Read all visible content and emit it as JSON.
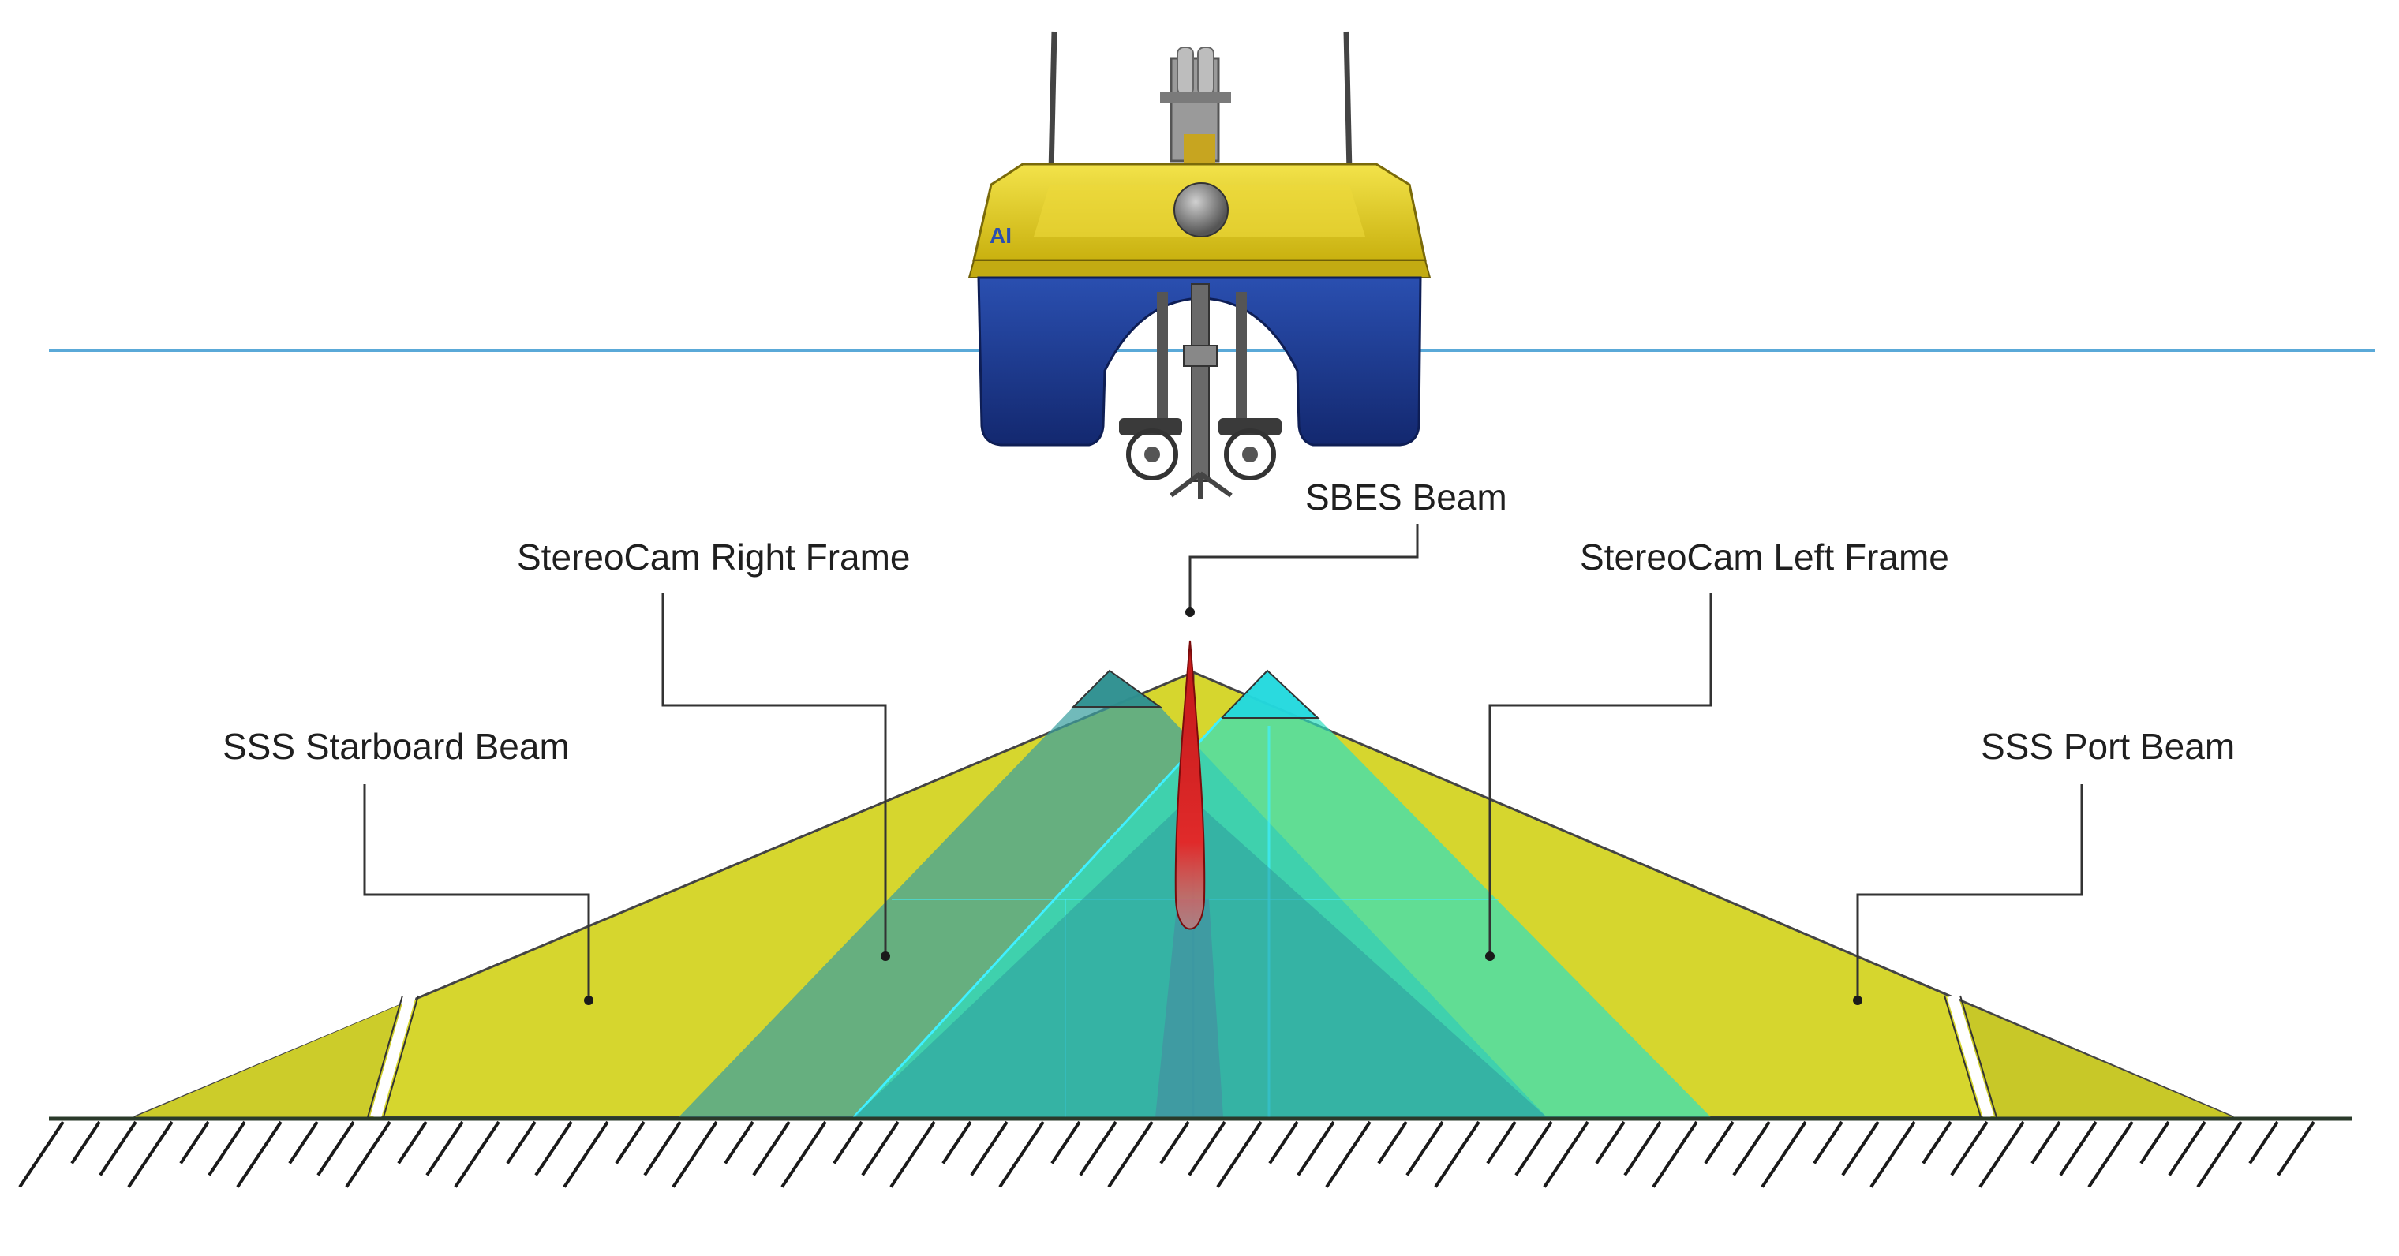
{
  "labels": {
    "sbes_beam": "SBES Beam",
    "stereocam_right": "StereoCam Right Frame",
    "stereocam_left": "StereoCam Left Frame",
    "sss_starboard": "SSS Starboard Beam",
    "sss_port": "SSS Port Beam",
    "hull_logo": "AI"
  },
  "colors": {
    "water_line": "#5aa9d8",
    "sss_beam": "#d6d62e",
    "stereocam_right": "#3aa0a0",
    "stereocam_left": "#2fe0c0",
    "sbes_beam": "#d81e1e",
    "hull_top": "#e6cf1c",
    "hull_bottom": "#1f3f9a",
    "seabed": "#1a1a1a"
  }
}
